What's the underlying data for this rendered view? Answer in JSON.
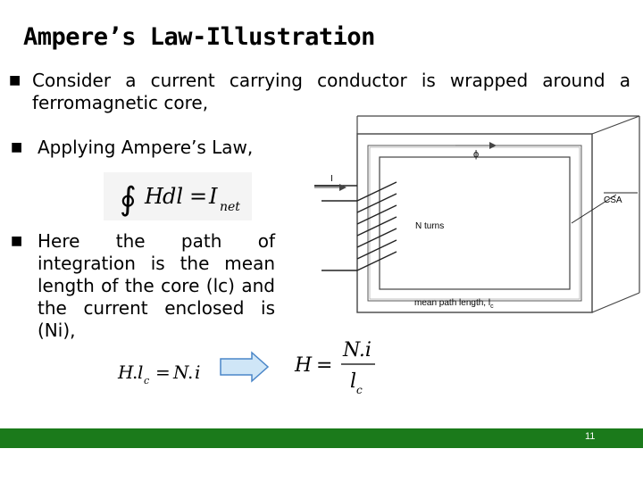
{
  "slide": {
    "title": "Ampere’s Law-Illustration",
    "bullets": [
      "Consider a current carrying conductor is wrapped around a ferromagnetic core,",
      "Applying Ampere’s Law,",
      "Here the path of integration is the mean length of the core (lc) and the current enclosed is (Ni),"
    ],
    "page_number": "11"
  },
  "figure": {
    "flux_symbol": "ϕ",
    "current_label": "I",
    "turns_label": "N turns",
    "area_label": "CSA",
    "path_label": "mean path length, l",
    "path_label_sub": "c"
  },
  "equations": {
    "integral": {
      "sign": "∮",
      "H": "H",
      "dl": "dl",
      "eq": "=",
      "I": "I",
      "sub": "net"
    },
    "product": {
      "H": "H",
      "dot1": ".",
      "l": "l",
      "sub": "c",
      "eq": "=",
      "N": "N",
      "dot2": ".",
      "i": "i"
    },
    "result": {
      "H": "H",
      "eq": "=",
      "num": "N.i",
      "den": "l",
      "den_sub": "c"
    }
  },
  "colors": {
    "footer": "#1b7a1b",
    "arrow_fill": "#cfe6f7",
    "arrow_stroke": "#4a86c8"
  }
}
